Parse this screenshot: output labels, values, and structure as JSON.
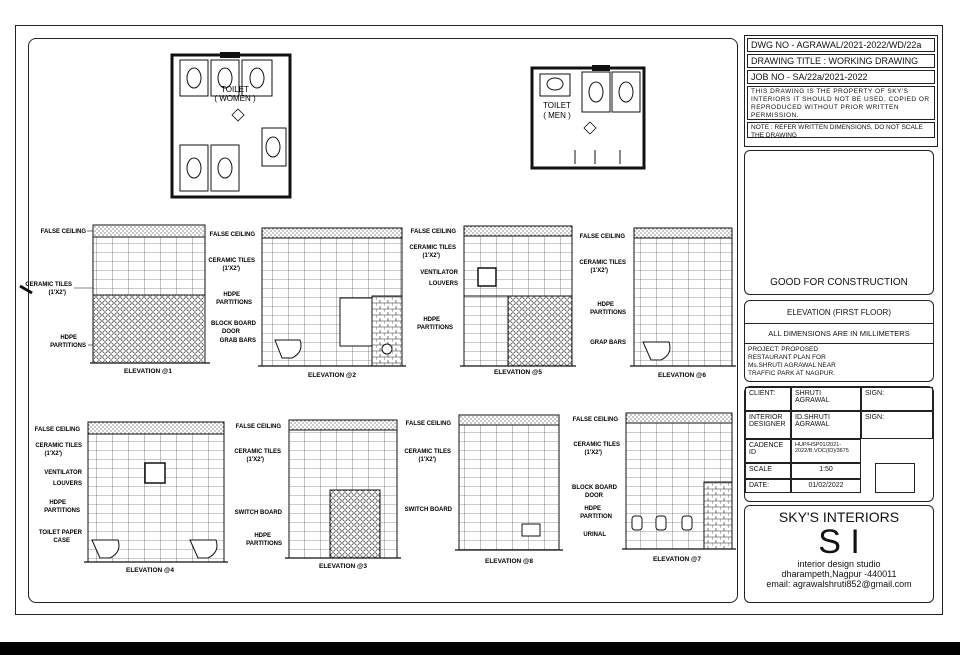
{
  "title_block": {
    "dwg_no": "DWG NO - AGRAWAL/2021-2022/WD/22a",
    "drawing_title": "DRAWING TITLE : WORKING DRAWING",
    "job_no": "JOB NO - SA/22a/2021-2022",
    "property_note": "THIS DRAWING IS THE PROPERTY OF SKY'S INTERIORS IT SHOULD NOT BE USED, COPIED OR REPRODUCED WITHOUT PRIOR WRITTEN PERMISSION.",
    "note": "NOTE : REFER WRITTEN DIMENSIONS, DO NOT SCALE THE DRAWING",
    "good_for_construction": "GOOD FOR CONSTRUCTION",
    "elevation_title": "ELEVATION (FIRST FLOOR)",
    "dimensions_note": "ALL DIMENSIONS ARE IN MILLIMETERS",
    "project": "PROJECT: PROPOSED RESTAURANT PLAN FOR Ms.SHRUTI AGRAWAL NEAR TRAFFIC PARK AT NAGPUR.",
    "client_label": "CLIENT:",
    "client_value": "SHRUTI AGRAWAL",
    "sign_label": "SIGN:",
    "designer_label": "INTERIOR DESIGNER",
    "designer_value": "ID.SHRUTI AGRAWAL",
    "cadence_label": "CADENCE ID",
    "cadence_value": "HUP/HSP01/2021-2022/B.VOC(ID)/3675",
    "scale_label": "SCALE",
    "scale_value": "1:50",
    "date_label": "DATE:",
    "date_value": "01/02/2022",
    "firm_name": "SKY'S INTERIORS",
    "firm_logo": "S I",
    "firm_tagline": "interior design studio",
    "firm_address": "dharampeth,Nagpur -440011",
    "firm_email": "email: agrawalshruti852@gmail.com"
  },
  "plans": {
    "women": {
      "label": "TOILET",
      "sublabel": "( WOMEN )"
    },
    "men": {
      "label": "TOILET",
      "sublabel": "( MEN )"
    }
  },
  "elevations": {
    "e1": {
      "title": "ELEVATION @1",
      "labels": [
        "FALSE CEILING",
        "CERAMIC TILES",
        "(1'X2')",
        "HDPE",
        "PARTITIONS"
      ]
    },
    "e2": {
      "title": "ELEVATION @2",
      "labels": [
        "FALSE CEILING",
        "CERAMIC TILES",
        "(1'X2')",
        "HDPE",
        "PARTITIONS",
        "BLOCK BOARD",
        "DOOR",
        "GRAB BARS"
      ]
    },
    "e5": {
      "title": "ELEVATION @5",
      "labels": [
        "FALSE CEILING",
        "CERAMIC TILES",
        "(1'X2')",
        "VENTILATOR",
        "LOUVERS",
        "HDPE",
        "PARTITIONS"
      ]
    },
    "e6": {
      "title": "ELEVATION @6",
      "labels": [
        "FALSE CEILING",
        "CERAMIC TILES",
        "(1'X2')",
        "HDPE",
        "PARTITIONS",
        "GRAP BARS"
      ]
    },
    "e4": {
      "title": "ELEVATION @4",
      "labels": [
        "FALSE CEILING",
        "CERAMIC TILES",
        "(1'X2')",
        "VENTILATOR",
        "LOUVERS",
        "HDPE",
        "PARTITIONS",
        "TOILET PAPER",
        "CASE"
      ]
    },
    "e3": {
      "title": "ELEVATION @3",
      "labels": [
        "FALSE CEILING",
        "CERAMIC TILES",
        "(1'X2')",
        "SWITCH BOARD",
        "HDPE",
        "PARTITIONS"
      ]
    },
    "e8": {
      "title": "ELEVATION @8",
      "labels": [
        "FALSE CEILING",
        "CERAMIC TILES",
        "(1'X2')",
        "SWITCH BOARD"
      ]
    },
    "e7": {
      "title": "ELEVATION @7",
      "labels": [
        "FALSE CEILING",
        "CERAMIC TILES",
        "(1'X2')",
        "BLOCK BOARD",
        "DOOR",
        "HDPE",
        "PARTITION",
        "URINAL"
      ]
    }
  }
}
